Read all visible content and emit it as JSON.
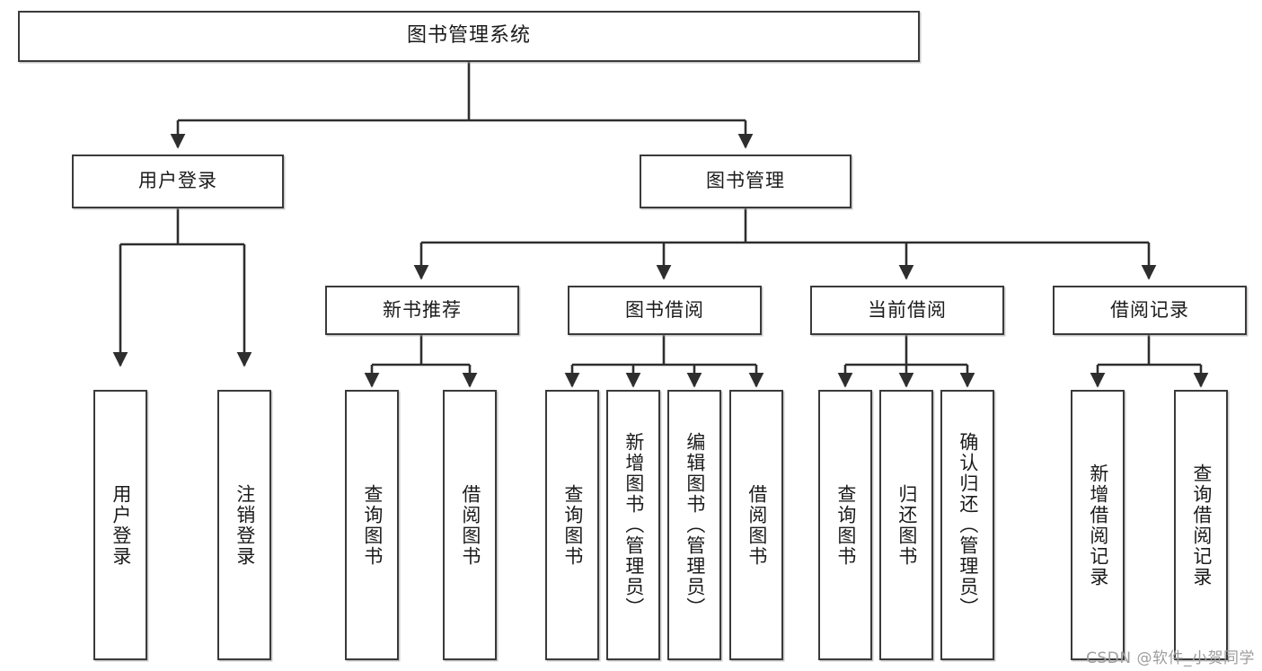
{
  "diagram": {
    "type": "tree-hierarchy",
    "title": "图书管理系统",
    "orientation": "top-down",
    "colors": {
      "box_border": "#3a3a3a",
      "box_fill": "#ffffff",
      "connector": "#2e2e2e",
      "text": "#1b1b1b",
      "watermark": "#9d9d9d"
    },
    "root": {
      "label": "图书管理系统"
    },
    "level2": [
      {
        "id": "user-login",
        "label": "用户登录"
      },
      {
        "id": "book-management",
        "label": "图书管理"
      }
    ],
    "level3": [
      {
        "id": "new-book-recommend",
        "label": "新书推荐",
        "parent": "book-management"
      },
      {
        "id": "book-borrow",
        "label": "图书借阅",
        "parent": "book-management"
      },
      {
        "id": "current-borrow",
        "label": "当前借阅",
        "parent": "book-management"
      },
      {
        "id": "borrow-record",
        "label": "借阅记录",
        "parent": "book-management"
      }
    ],
    "leaves": [
      {
        "id": "leaf-user-login",
        "label": "用户登录",
        "parent": "user-login"
      },
      {
        "id": "leaf-logout-login",
        "label": "注销登录",
        "parent": "user-login"
      },
      {
        "id": "leaf-query-book-1",
        "label": "查询图书",
        "parent": "new-book-recommend"
      },
      {
        "id": "leaf-borrow-book-1",
        "label": "借阅图书",
        "parent": "new-book-recommend"
      },
      {
        "id": "leaf-query-book-2",
        "label": "查询图书",
        "parent": "book-borrow"
      },
      {
        "id": "leaf-add-book",
        "label": "新增图书（管理员）",
        "parent": "book-borrow"
      },
      {
        "id": "leaf-edit-book",
        "label": "编辑图书（管理员）",
        "parent": "book-borrow"
      },
      {
        "id": "leaf-borrow-book-2",
        "label": "借阅图书",
        "parent": "book-borrow"
      },
      {
        "id": "leaf-query-book-3",
        "label": "查询图书",
        "parent": "current-borrow"
      },
      {
        "id": "leaf-return-book",
        "label": "归还图书",
        "parent": "current-borrow"
      },
      {
        "id": "leaf-confirm-return",
        "label": "确认归还（管理员）",
        "parent": "current-borrow"
      },
      {
        "id": "leaf-add-record",
        "label": "新增借阅记录",
        "parent": "borrow-record"
      },
      {
        "id": "leaf-query-record",
        "label": "查询借阅记录",
        "parent": "borrow-record"
      }
    ],
    "watermark": "CSDN @软件_小贺同学"
  }
}
